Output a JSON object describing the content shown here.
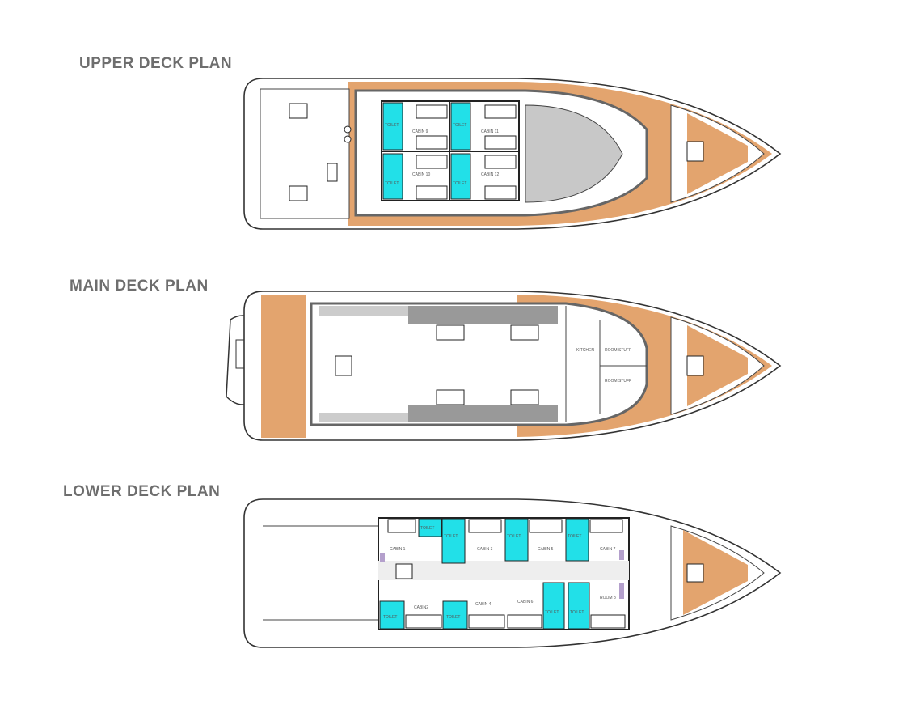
{
  "decks": [
    {
      "title": "UPPER DECK PLAN",
      "rooms": [
        "CABIN 9",
        "CABIN 11",
        "CABIN 10",
        "CABIN 12"
      ],
      "toilet_label": "TOILET"
    },
    {
      "title": "MAIN DECK PLAN",
      "rooms": [
        "KITCHEN",
        "ROOM STUFF",
        "ROOM STUFF"
      ]
    },
    {
      "title": "LOWER DECK PLAN",
      "rooms": [
        "CABIN 1",
        "CABIN 3",
        "CABIN 5",
        "CABIN 7",
        "CABIN2",
        "CABIN 4",
        "CABIN 6",
        "ROOM 8"
      ],
      "toilet_label": "TOILET"
    }
  ],
  "colors": {
    "teak": "#e3a46e",
    "toilet": "#22e0e8",
    "title": "#6e6e6e"
  }
}
